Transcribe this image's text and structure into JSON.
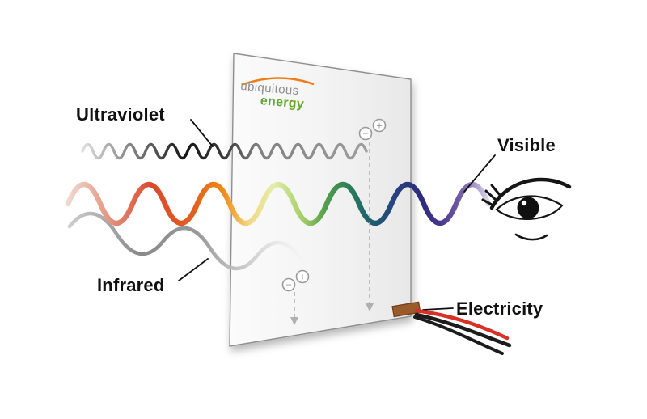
{
  "panel": {
    "logo_line1": "ubiquitous",
    "logo_line2": "energy"
  },
  "labels": {
    "ultraviolet": "Ultraviolet",
    "visible": "Visible",
    "infrared": "Infrared",
    "electricity": "Electricity"
  },
  "symbols": {
    "electron": "−",
    "hole": "+"
  },
  "icons": {
    "eye": "eye-icon",
    "electron_hole_pair": "electron-hole-pair-icon",
    "solar_window": "transparent-solar-panel",
    "wires": "electric-wires-icon",
    "logo_arc": "logo-arc-icon"
  },
  "colors": {
    "label_text": "#111111",
    "uv_wave_dark": "#141414",
    "infrared_wave": "#8c8c8c",
    "visible_spectrum": [
      "#f0d8cf",
      "#e69a88",
      "#d84a2e",
      "#e2601f",
      "#ef8c15",
      "#f2d883",
      "#e4edaa",
      "#a3cd66",
      "#55a04c",
      "#2b7d5a",
      "#1d5f6e",
      "#28417f",
      "#2d2b7e",
      "#4c3a8e",
      "#7a64ab",
      "#b3a6d2",
      "#ded8ec"
    ],
    "wire_red": "#d93025",
    "wire_black": "#1c1c1c",
    "contact_copper": "#9a5a2a",
    "dashed_arrow": "#b0b0b0",
    "logo_orange": "#ef7d15",
    "logo_gray": "#8e8e8e",
    "logo_green": "#63a532"
  }
}
